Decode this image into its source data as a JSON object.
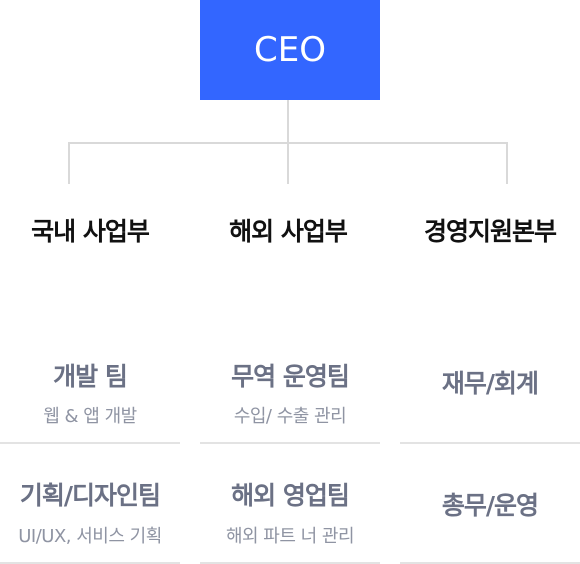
{
  "ceo": {
    "label": "CEO",
    "color": "#3366ff"
  },
  "divisions": [
    {
      "label": "국내 사업부",
      "teams": [
        {
          "name": "개발 팀",
          "desc": "웹 & 앱 개발"
        },
        {
          "name": "기획/디자인팀",
          "desc": "UI/UX, 서비스 기획"
        }
      ]
    },
    {
      "label": "해외 사업부",
      "teams": [
        {
          "name": "무역 운영팀",
          "desc": "수입/ 수출 관리"
        },
        {
          "name": "해외 영업팀",
          "desc": "해외 파트 너 관리"
        }
      ]
    },
    {
      "label": "경영지원본부",
      "teams": [
        {
          "name": "재무/회계",
          "desc": ""
        },
        {
          "name": "총무/운영",
          "desc": ""
        }
      ]
    }
  ]
}
